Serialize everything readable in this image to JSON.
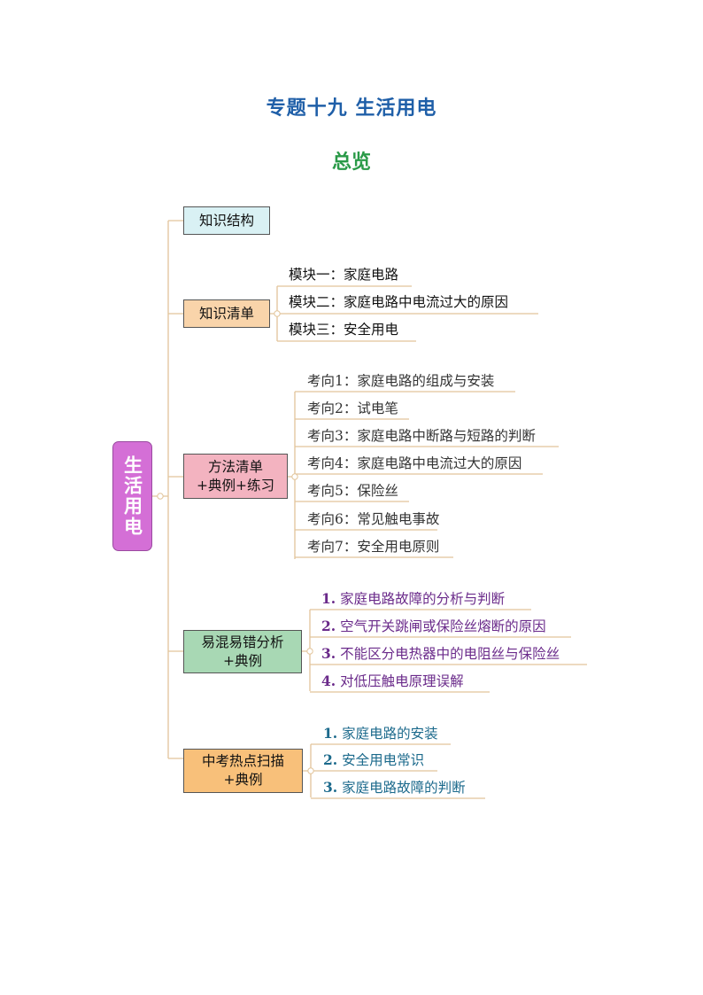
{
  "title": "专题十九  生活用电",
  "subtitle": "总览",
  "root": "生活用电",
  "branches": [
    {
      "label_lines": [
        "知识结构"
      ],
      "items": []
    },
    {
      "label_lines": [
        "知识清单"
      ],
      "items": [
        "模块一：家庭电路",
        "模块二：家庭电路中电流过大的原因",
        "模块三：安全用电"
      ]
    },
    {
      "label_lines": [
        "方法清单",
        "+典例+练习"
      ],
      "items": [
        "考向1：家庭电路的组成与安装",
        "考向2：试电笔",
        "考向3：家庭电路中断路与短路的判断",
        "考向4：家庭电路中电流过大的原因",
        "考向5：保险丝",
        "考向6：常见触电事故",
        "考向7：安全用电原则"
      ]
    },
    {
      "label_lines": [
        "易混易错分析",
        "+典例"
      ],
      "items": [
        {
          "num": "1.",
          "text": "家庭电路故障的分析与判断"
        },
        {
          "num": "2.",
          "text": "空气开关跳闸或保险丝熔断的原因"
        },
        {
          "num": "3.",
          "text": "不能区分电热器中的电阻丝与保险丝"
        },
        {
          "num": "4.",
          "text": "对低压触电原理误解"
        }
      ]
    },
    {
      "label_lines": [
        "中考热点扫描",
        "+典例"
      ],
      "items": [
        {
          "num": "1.",
          "text": "家庭电路的安装"
        },
        {
          "num": "2.",
          "text": "安全用电常识"
        },
        {
          "num": "3.",
          "text": "家庭电路故障的判断"
        }
      ]
    }
  ],
  "colors": {
    "title": "#1f5fa8",
    "subtitle": "#2a9a48",
    "root": "#d46fd6",
    "b0": "#d9f1f4",
    "b1": "#f9d4aa",
    "b2": "#f3b3c0",
    "b3": "#a8d8b4",
    "b4": "#f8c07a",
    "line": "#e2c49a"
  }
}
